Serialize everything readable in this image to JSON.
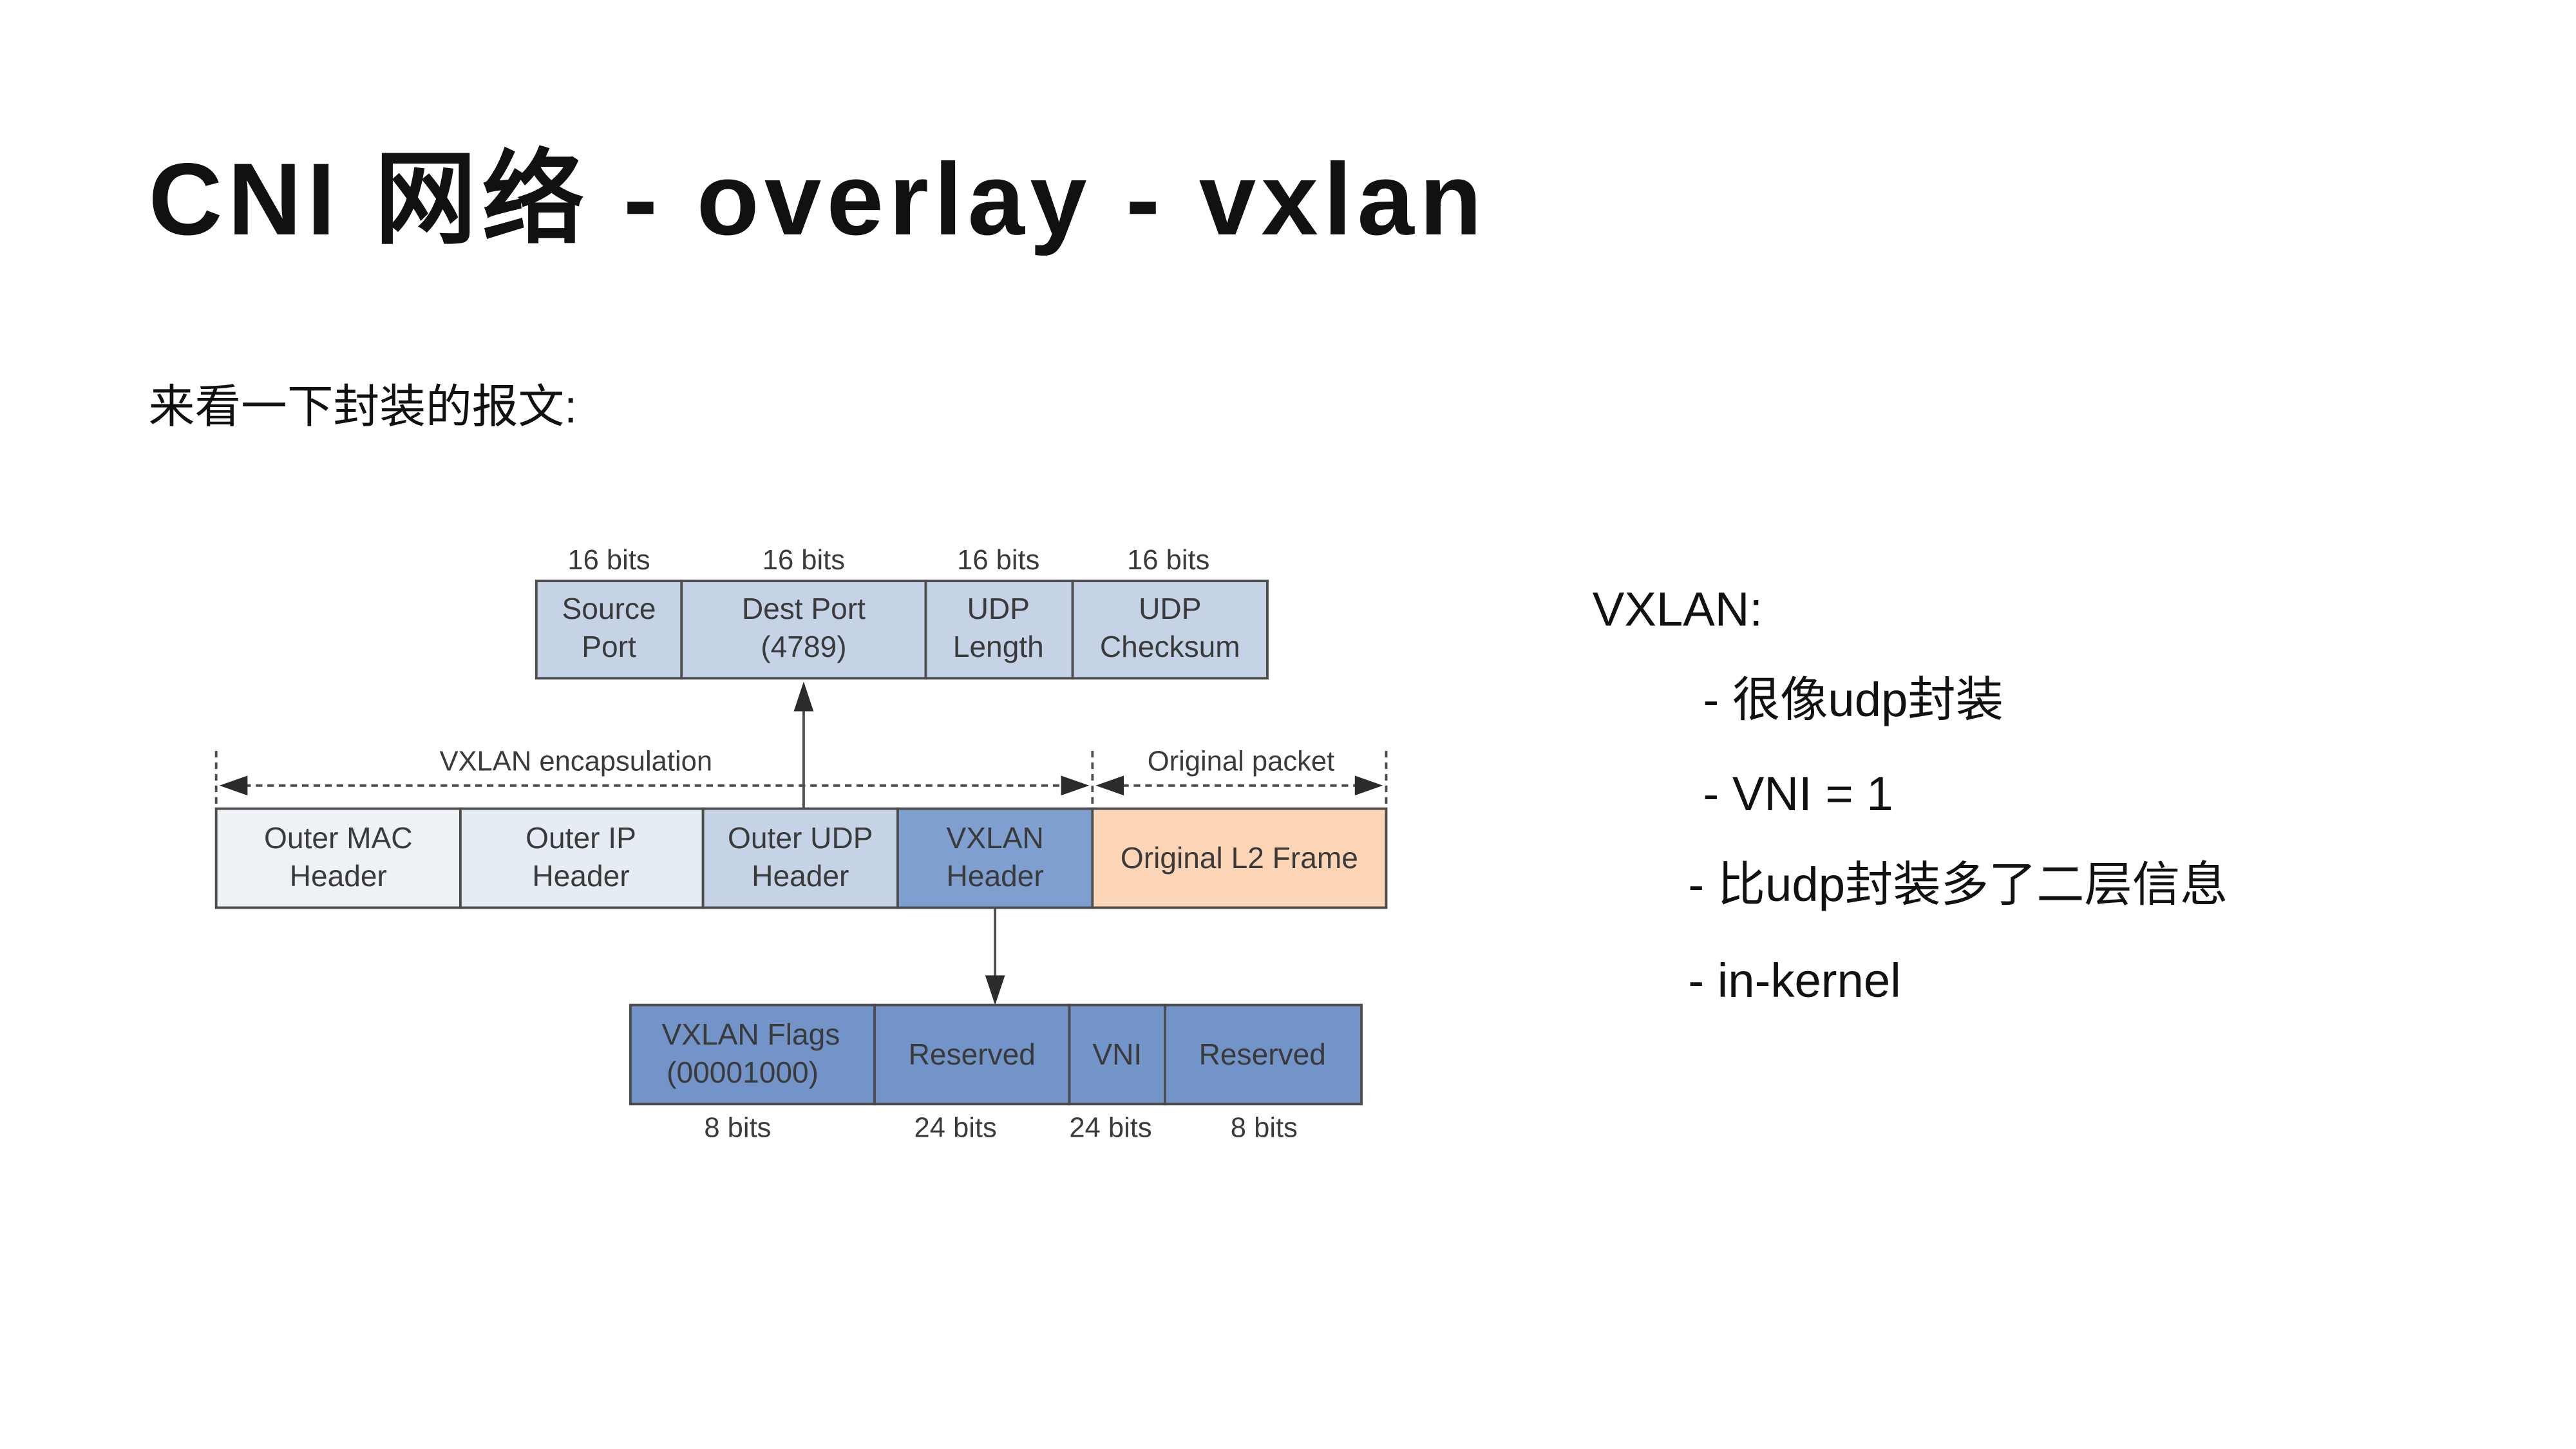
{
  "slide": {
    "title": "CNI 网络 - overlay - vxlan",
    "subtitle": "来看一下封装的报文:",
    "notes_heading": "VXLAN:",
    "notes": [
      "- 很像udp封装",
      "- VNI = 1",
      "- 比udp封装多了二层信息",
      "- in-kernel"
    ]
  },
  "diagram": {
    "udp_header": [
      {
        "lines": [
          "Source",
          "Port"
        ],
        "bits": "16 bits"
      },
      {
        "lines": [
          "Dest Port",
          "(4789)"
        ],
        "bits": "16 bits"
      },
      {
        "lines": [
          "UDP",
          "Length"
        ],
        "bits": "16 bits"
      },
      {
        "lines": [
          "UDP",
          "Checksum"
        ],
        "bits": "16 bits"
      }
    ],
    "encapsulation_label": "VXLAN encapsulation",
    "original_packet_label": "Original packet",
    "frame": [
      {
        "lines": [
          "Outer MAC",
          "Header"
        ]
      },
      {
        "lines": [
          "Outer IP",
          "Header"
        ]
      },
      {
        "lines": [
          "Outer UDP",
          "Header"
        ]
      },
      {
        "lines": [
          "VXLAN",
          "Header"
        ]
      },
      {
        "lines": [
          "Original L2 Frame"
        ]
      }
    ],
    "vxlan_header": [
      {
        "lines": [
          "VXLAN Flags",
          "(00001000)"
        ],
        "bits": "8 bits"
      },
      {
        "lines": [
          "Reserved"
        ],
        "bits": "24 bits"
      },
      {
        "lines": [
          "VNI"
        ],
        "bits": "24 bits"
      },
      {
        "lines": [
          "Reserved"
        ],
        "bits": "8 bits"
      }
    ],
    "colors": {
      "udp_field": "#c6d3e6",
      "outer_mac": "#eef2f7",
      "outer_ip": "#e6ecf4",
      "outer_udp": "#c6d3e6",
      "vxlan_header": "#7e9fd0",
      "original_frame": "#fcd5b7",
      "vxlan_field": "#7394c8",
      "border": "#4d4d4d",
      "diagram_text": "#3a3a3a",
      "slide_text": "#111111"
    }
  }
}
